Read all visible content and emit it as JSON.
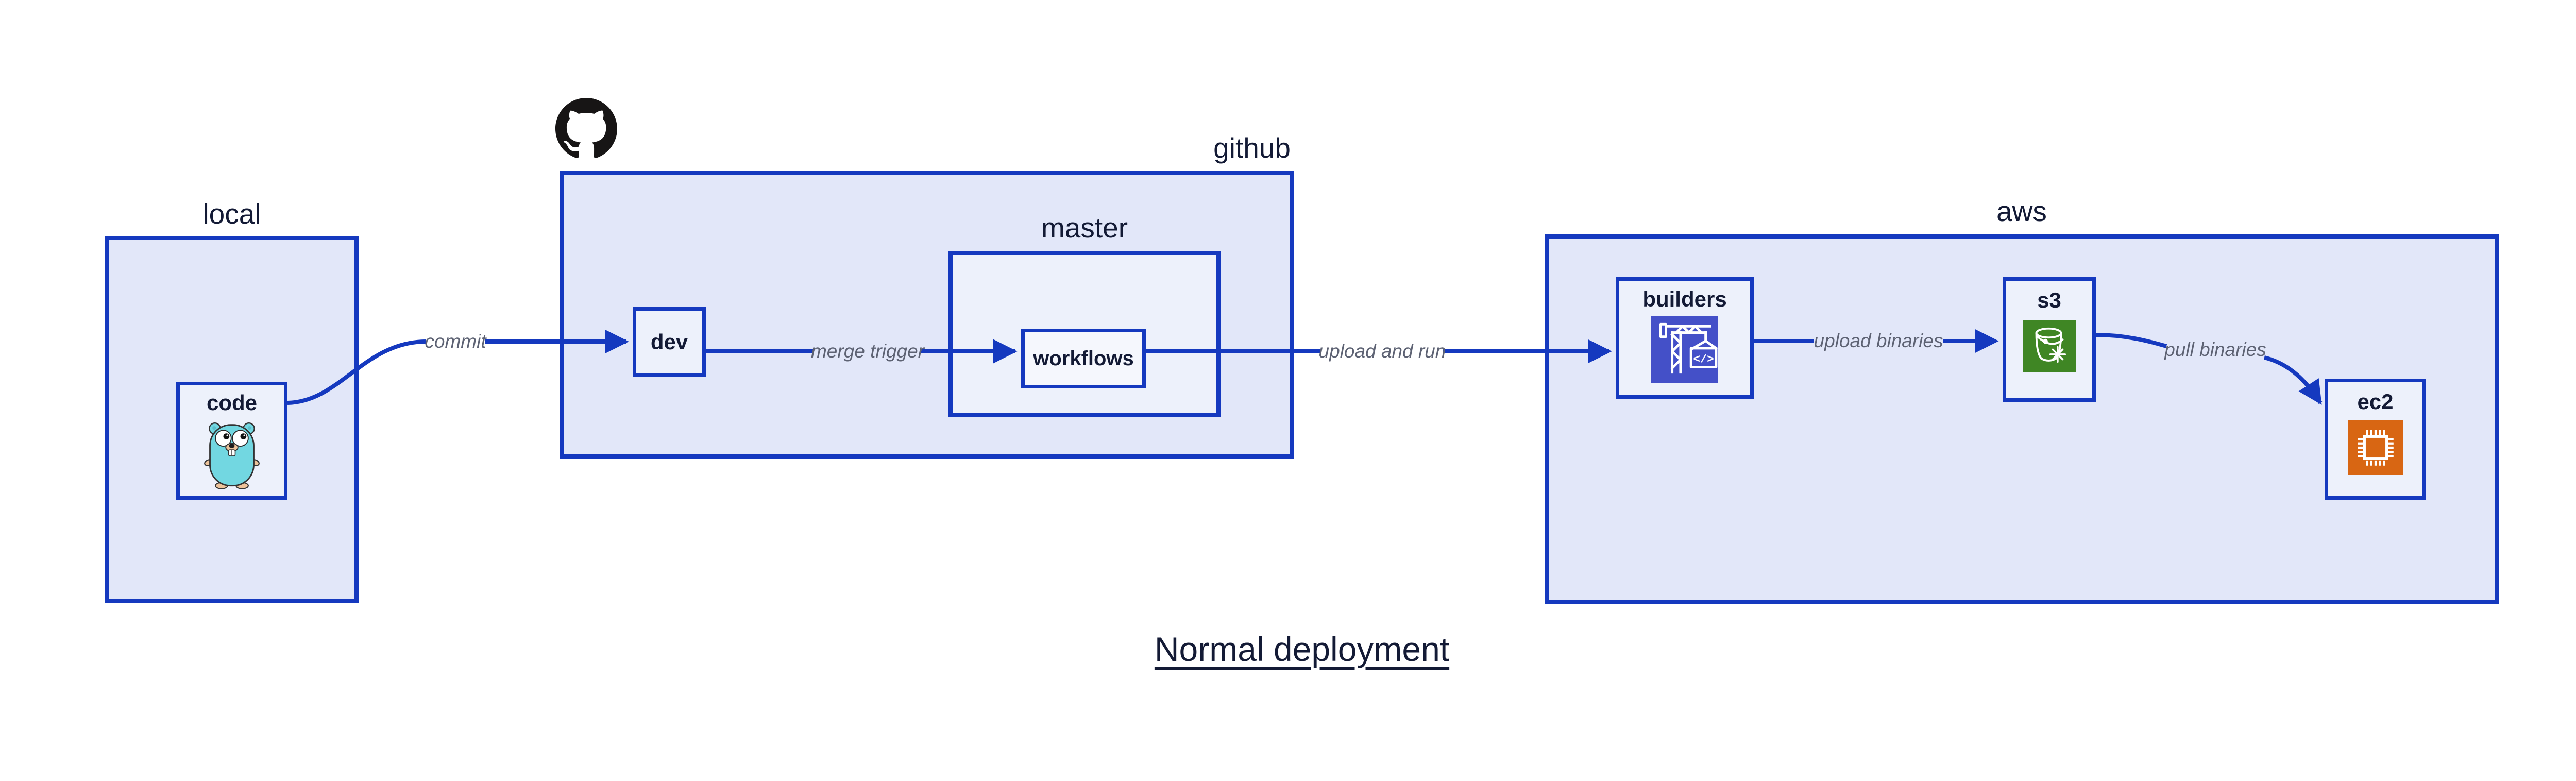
{
  "title": "Normal deployment",
  "containers": {
    "local": {
      "label": "local"
    },
    "github": {
      "label": "github",
      "logo_icon": "github-octocat-icon"
    },
    "master": {
      "label": "master"
    },
    "aws": {
      "label": "aws"
    }
  },
  "nodes": {
    "code": {
      "label": "code",
      "icon": "go-gopher-icon"
    },
    "dev": {
      "label": "dev"
    },
    "workflows": {
      "label": "workflows"
    },
    "builders": {
      "label": "builders",
      "icon": "aws-codebuild-crane-icon"
    },
    "s3": {
      "label": "s3",
      "icon": "aws-s3-glacier-bucket-icon"
    },
    "ec2": {
      "label": "ec2",
      "icon": "aws-ec2-chip-icon"
    }
  },
  "edges": [
    {
      "from": "code",
      "to": "dev",
      "label": "commit"
    },
    {
      "from": "dev",
      "to": "workflows",
      "label": "merge trigger"
    },
    {
      "from": "workflows",
      "to": "builders",
      "label": "upload and run"
    },
    {
      "from": "builders",
      "to": "s3",
      "label": "upload binaries"
    },
    {
      "from": "s3",
      "to": "ec2",
      "label": "pull binaries"
    }
  ],
  "colors": {
    "accent_blue": "#1539bf",
    "container_fill": "#e2e7f9",
    "node_fill": "#edf1fb",
    "workflows_fill": "#f5f7fd",
    "text_navy": "#131a35",
    "edge_label_gray": "#5d6273",
    "octocat_black": "#171515",
    "codebuild_indigo": "#4450c8",
    "s3_green": "#3f8624",
    "ec2_orange": "#d86613",
    "gopher_teal": "#72d7e1"
  }
}
